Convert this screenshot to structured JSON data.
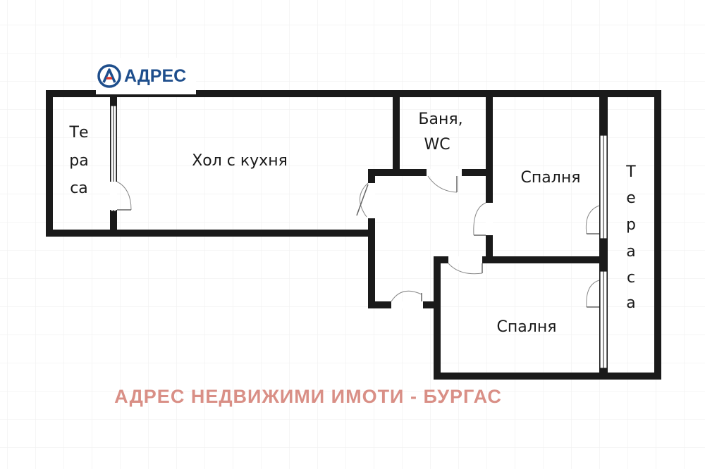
{
  "logo": {
    "text": "АДРЕС",
    "mark_colors": {
      "ring": "#1e4e8c",
      "accent": "#e03a2f"
    }
  },
  "rooms": {
    "terrace_left": [
      "Те",
      "ра",
      "са"
    ],
    "living_kitchen": "Хол с кухня",
    "bath_line1": "Баня,",
    "bath_line2": "WC",
    "bedroom_1": "Спалня",
    "bedroom_2": "Спалня",
    "terrace_right": [
      "Т",
      "е",
      "р",
      "а",
      "с",
      "а"
    ]
  },
  "footer": {
    "text": "АДРЕС НЕДВИЖИМИ ИМОТИ - БУРГАС"
  },
  "colors": {
    "wall": "#1a1a1a",
    "grid": "#eeeeee",
    "footer": "#d98f86",
    "brand": "#1e4e8c"
  }
}
